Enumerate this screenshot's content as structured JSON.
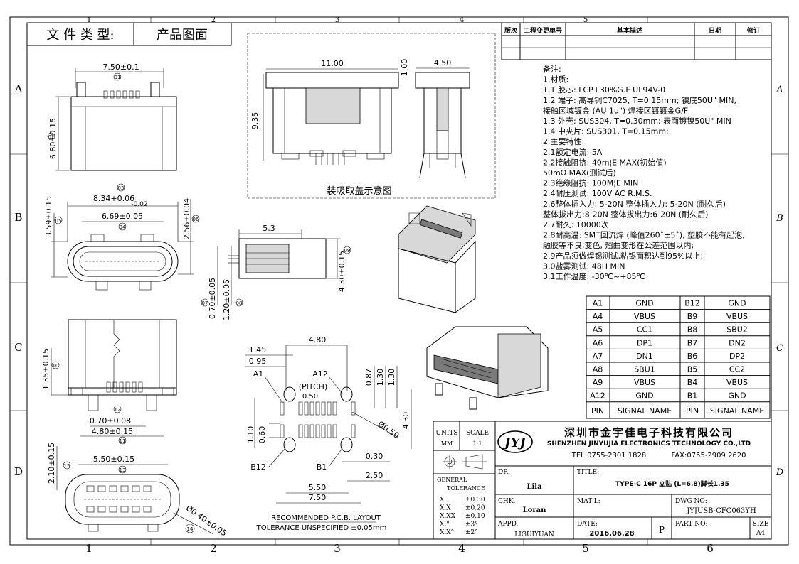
{
  "border": {
    "cols_top": [
      "1",
      "2",
      "3",
      "4",
      "5"
    ],
    "cols_bottom": [
      "1",
      "2",
      "3",
      "4",
      "5",
      "6"
    ],
    "rows_left": [
      "A",
      "B",
      "C",
      "D"
    ],
    "rows_right": [
      "A",
      "B",
      "C",
      "D"
    ]
  },
  "doc_type": {
    "label": "文 件 类 型:",
    "value": "产品图面"
  },
  "revision": {
    "headers": [
      "版次",
      "工程变更单号",
      "基本描述",
      "日期",
      "修订"
    ]
  },
  "views": {
    "front_top": {
      "width": "7.50±0.1",
      "w_ref": "01",
      "height": "6.80±0.15",
      "h_ref": "02"
    },
    "section": {
      "d3_ref": "03",
      "outer": "8.34+0.06",
      "outer_tol": "-0.02",
      "inner": "6.69±0.05",
      "inner_ref": "04",
      "h_left": "3.59±0.15",
      "h_left_ref": "05",
      "h_right": "2.56±0.04",
      "h_right_ref": "06"
    },
    "side_small": {
      "len": "5.3",
      "h": "4.30±0.15",
      "h_ref": "09",
      "d1": "0.70±0.05",
      "d1_ref": "07",
      "d2": "1.20±0.05",
      "d2_ref": "08"
    },
    "side_bottom": {
      "h": "1.35±0.15",
      "h_ref": "10",
      "d1": "0.70±0.08",
      "d1_ref": "12",
      "d2": "4.80±0.15",
      "d2_ref": "11"
    },
    "bottom": {
      "w": "5.50±0.15",
      "w_ref": "13",
      "h": "2.10±0.15",
      "h_ref": "15",
      "r": "Ø0.40±0.05",
      "r_ref": "14"
    },
    "install": {
      "w": "11.00",
      "w2": "4.50",
      "h": "9.35",
      "d": "1.00",
      "caption": "装吸取盖示意图"
    },
    "pcb": {
      "w1": "4.80",
      "w2": "1.45",
      "w3": "0.95",
      "a1": "A1",
      "a12": "A12",
      "pitch": "(PITCH)",
      "pitch_v": "0.50",
      "v1": "0.87",
      "v2": "1.30",
      "v3": "1.30",
      "h": "4.30",
      "h1": "1.10",
      "h2": "0.60",
      "r": "Ø0.50",
      "b12": "B12",
      "b1": "B1",
      "d1": "0.30",
      "d2": "2.50",
      "d3": "5.50",
      "d4": "7.50",
      "caption1": "RECOMMENDED  P.C.B. LAYOUT",
      "caption2": "TOLERANCE  UNSPECIFIED ±0.05mm"
    }
  },
  "notes": [
    "备注:",
    "1.材质:",
    "1.1  胶芯: LCP+30%G.F  UL94V-0",
    "1.2  端子: 高导铜C7025, T=0.15mm; 镍底50U\" MIN,",
    "           接触区域镀金 (AU 1u\") 焊接区镀镀金G/F",
    "1.3  外壳: SUS304, T=0.30mm; 表面镀镍50U\"  MIN",
    "1.4  中夹片: SUS301, T=0.15mm;",
    "2.主要特性:",
    "2.1额定电流: 5A",
    "2.2接触阻抗: 40m¦E  MAX(初始值)",
    "                 50mΩ  MAX(测试后)",
    "2.3绝缘阻抗: 100M¦E  MIN",
    "2.4耐压测试: 100V  AC  R.M.S.",
    "2.6整体插入力: 5-20N    整体插入力: 5-20N (耐久后)",
    "     整体拔出力:8-20N     整体拔出力:6-20N (耐久后)",
    "2.7耐久: 10000次",
    "2.8耐高温: SMT回流焊 (峰值260˚±5˚), 塑胶不能有起泡,",
    "          融胶等不良,变色, 翘曲变形在公差范围以内;",
    "2.9产品须做焊锡测试,粘锡面积达到95%以上;",
    "3.0盐雾测试: 48H  MIN",
    "3.1工作温度: -30℃~+85℃"
  ],
  "pin_table": {
    "rows": [
      [
        "A1",
        "GND",
        "B12",
        "GND"
      ],
      [
        "A4",
        "VBUS",
        "B9",
        "VBUS"
      ],
      [
        "A5",
        "CC1",
        "B8",
        "SBU2"
      ],
      [
        "A6",
        "DP1",
        "B7",
        "DN2"
      ],
      [
        "A7",
        "DN1",
        "B6",
        "DP2"
      ],
      [
        "A8",
        "SBU1",
        "B5",
        "CC2"
      ],
      [
        "A9",
        "VBUS",
        "B4",
        "VBUS"
      ],
      [
        "A12",
        "GND",
        "B1",
        "GND"
      ]
    ],
    "header": [
      "PIN",
      "SIGNAL NAME",
      "PIN",
      "SIGNAL NAME"
    ]
  },
  "title_block": {
    "units_label": "UNITS",
    "units_value": "MM",
    "scale_label": "SCALE",
    "scale_value": "1:1",
    "logo": "JYJ",
    "company_cn": "深圳市金宇佳电子科技有限公司",
    "company_en": "SHENZHEN JINYUJIA ELECTRONICS TECHNOLOGY CO.,LTD",
    "tel": "TEL:0755-2301 1828",
    "fax": "FAX:0755-2909 2620",
    "dr_label": "DR.",
    "dr_value": "Lila",
    "chk_label": "CHK.",
    "chk_value": "Loran",
    "appd_label": "APPD.",
    "appd_value": "LIGUIYUAN",
    "tol_title1": "GENERAL",
    "tol_title2": "TOLERANCE",
    "tol_rows": [
      [
        "X.",
        "±0.30"
      ],
      [
        "X.X",
        "±0.20"
      ],
      [
        "X.XX",
        "±0.10"
      ],
      [
        "X.°",
        "±3°"
      ],
      [
        "X.X°",
        "±2°"
      ]
    ],
    "title_label": "TITLE:",
    "title_value": "TYPE-C 16P 立贴 (L=6.8)脚长1.35",
    "matl_label": "MAT'L:",
    "dwg_label": "DWG NO:",
    "dwg_value": "JYJUSB-CFC063YH",
    "date_label": "DATE:",
    "date_value": "2016.06.28",
    "p_label": "P",
    "part_label": "PART NO:",
    "size_label": "SIZE",
    "size_value": "A4"
  }
}
